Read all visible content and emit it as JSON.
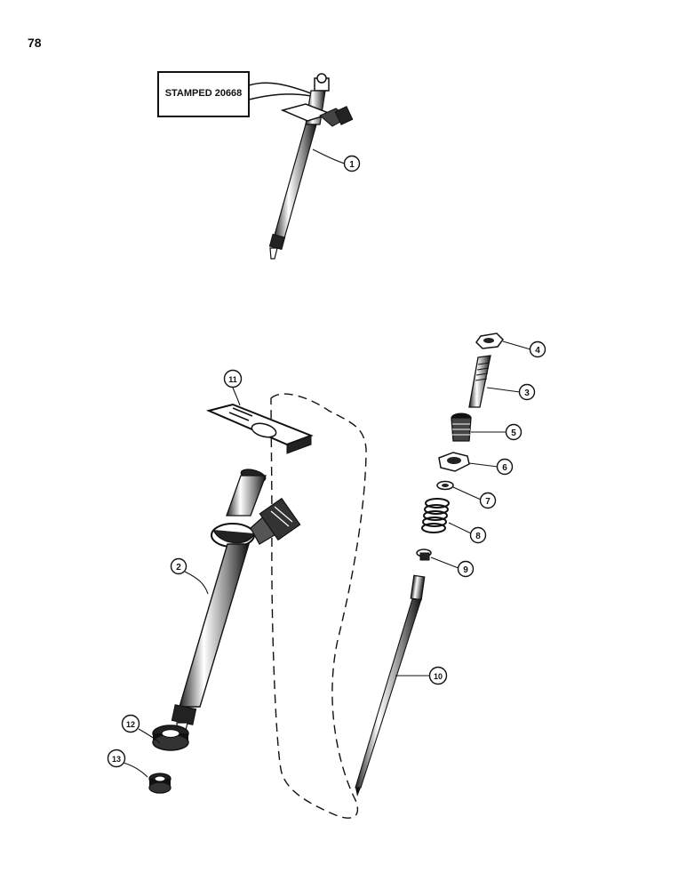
{
  "page_number": "78",
  "callout": {
    "text": "STAMPED 20668"
  },
  "parts": [
    {
      "num": "1"
    },
    {
      "num": "2"
    },
    {
      "num": "3"
    },
    {
      "num": "4"
    },
    {
      "num": "5"
    },
    {
      "num": "6"
    },
    {
      "num": "7"
    },
    {
      "num": "8"
    },
    {
      "num": "9"
    },
    {
      "num": "10"
    },
    {
      "num": "11"
    },
    {
      "num": "12"
    },
    {
      "num": "13"
    }
  ]
}
